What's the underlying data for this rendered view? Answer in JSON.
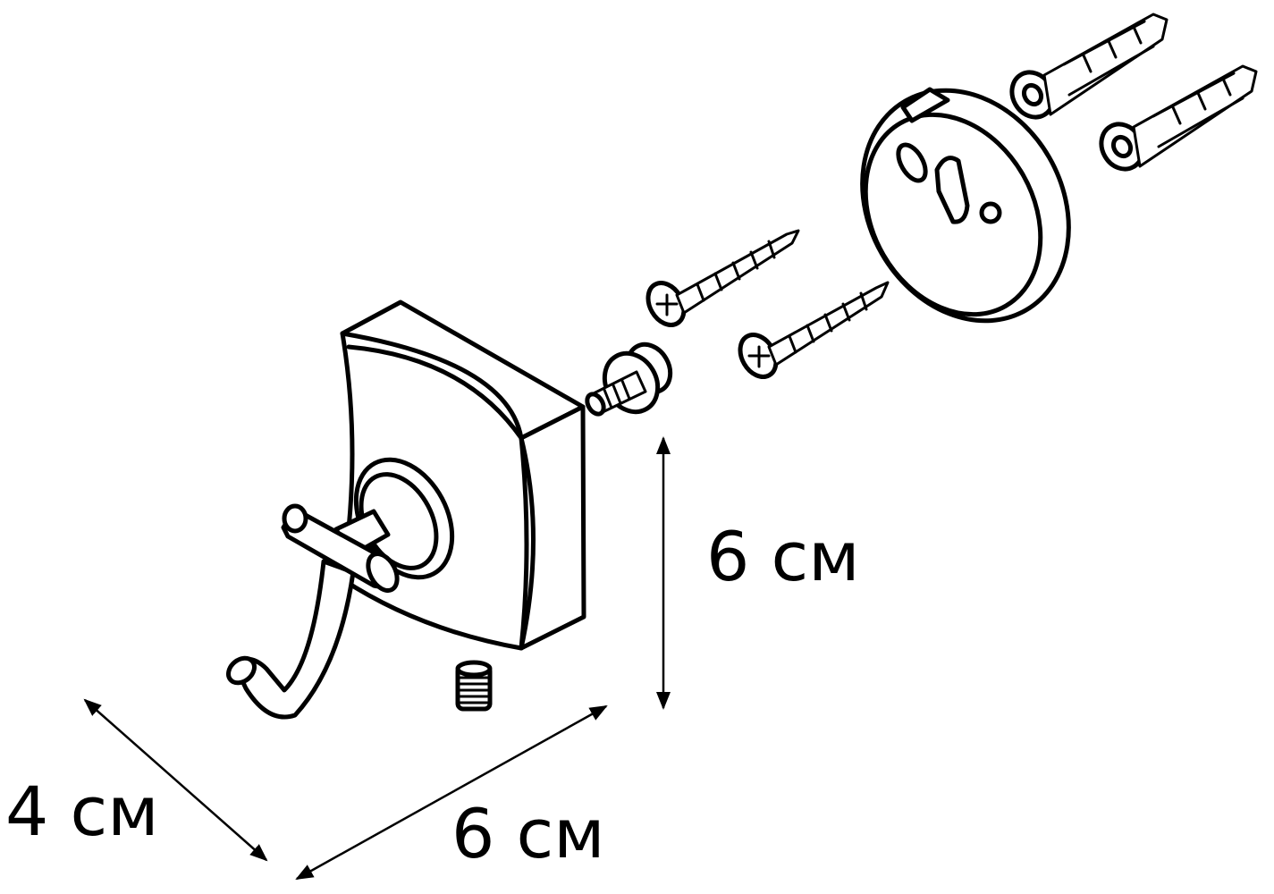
{
  "dimensions": {
    "height_label": "6 см",
    "width_label": "6 см",
    "depth_label": "4 см"
  },
  "colors": {
    "line": "#000000",
    "fill": "#ffffff"
  },
  "parts": [
    "hook",
    "base-plate",
    "mounting-ring",
    "set-screw",
    "threaded-stud",
    "wood-screw",
    "wood-screw",
    "wall-plug",
    "wall-plug"
  ]
}
